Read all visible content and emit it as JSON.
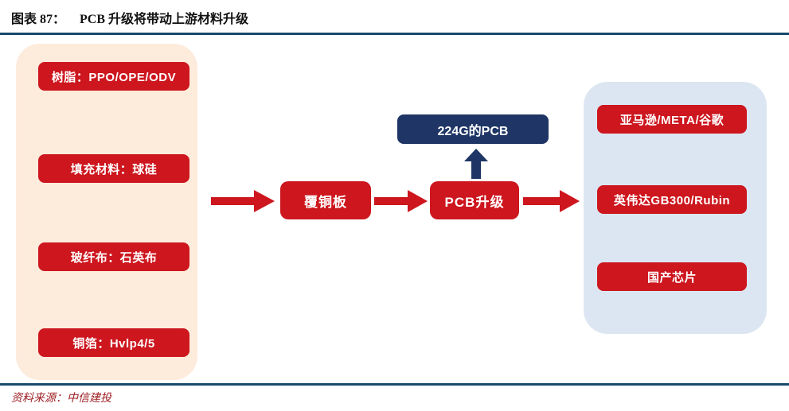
{
  "header": {
    "figure_label": "图表 87：",
    "title": "PCB 升级将带动上游材料升级"
  },
  "diagram": {
    "left_panel": {
      "items": [
        {
          "label": "树脂：PPO/OPE/ODV"
        },
        {
          "label": "填充材料：球硅"
        },
        {
          "label": "玻纤布：石英布"
        },
        {
          "label": "铜箔：Hvlp4/5"
        }
      ]
    },
    "middle": {
      "ccl_label": "覆铜板",
      "pcb_label": "PCB升级",
      "pcb224_label": "224G的PCB"
    },
    "right_panel": {
      "items": [
        {
          "label": "亚马逊/META/谷歌"
        },
        {
          "label": "英伟达GB300/Rubin"
        },
        {
          "label": "国产芯片"
        }
      ]
    },
    "icons": {
      "flow_arrow": "right-arrow",
      "upgrade_arrow": "up-arrow"
    }
  },
  "footer": {
    "source": "资料来源：中信建投"
  },
  "colors": {
    "node_red": "#CD161E",
    "node_navy": "#1E3565",
    "panel_peach": "#FDEBDC",
    "panel_blue": "#DCE6F2",
    "rule_navy": "#17496B",
    "source_text": "#9E1F23",
    "title_text": "#111111"
  }
}
